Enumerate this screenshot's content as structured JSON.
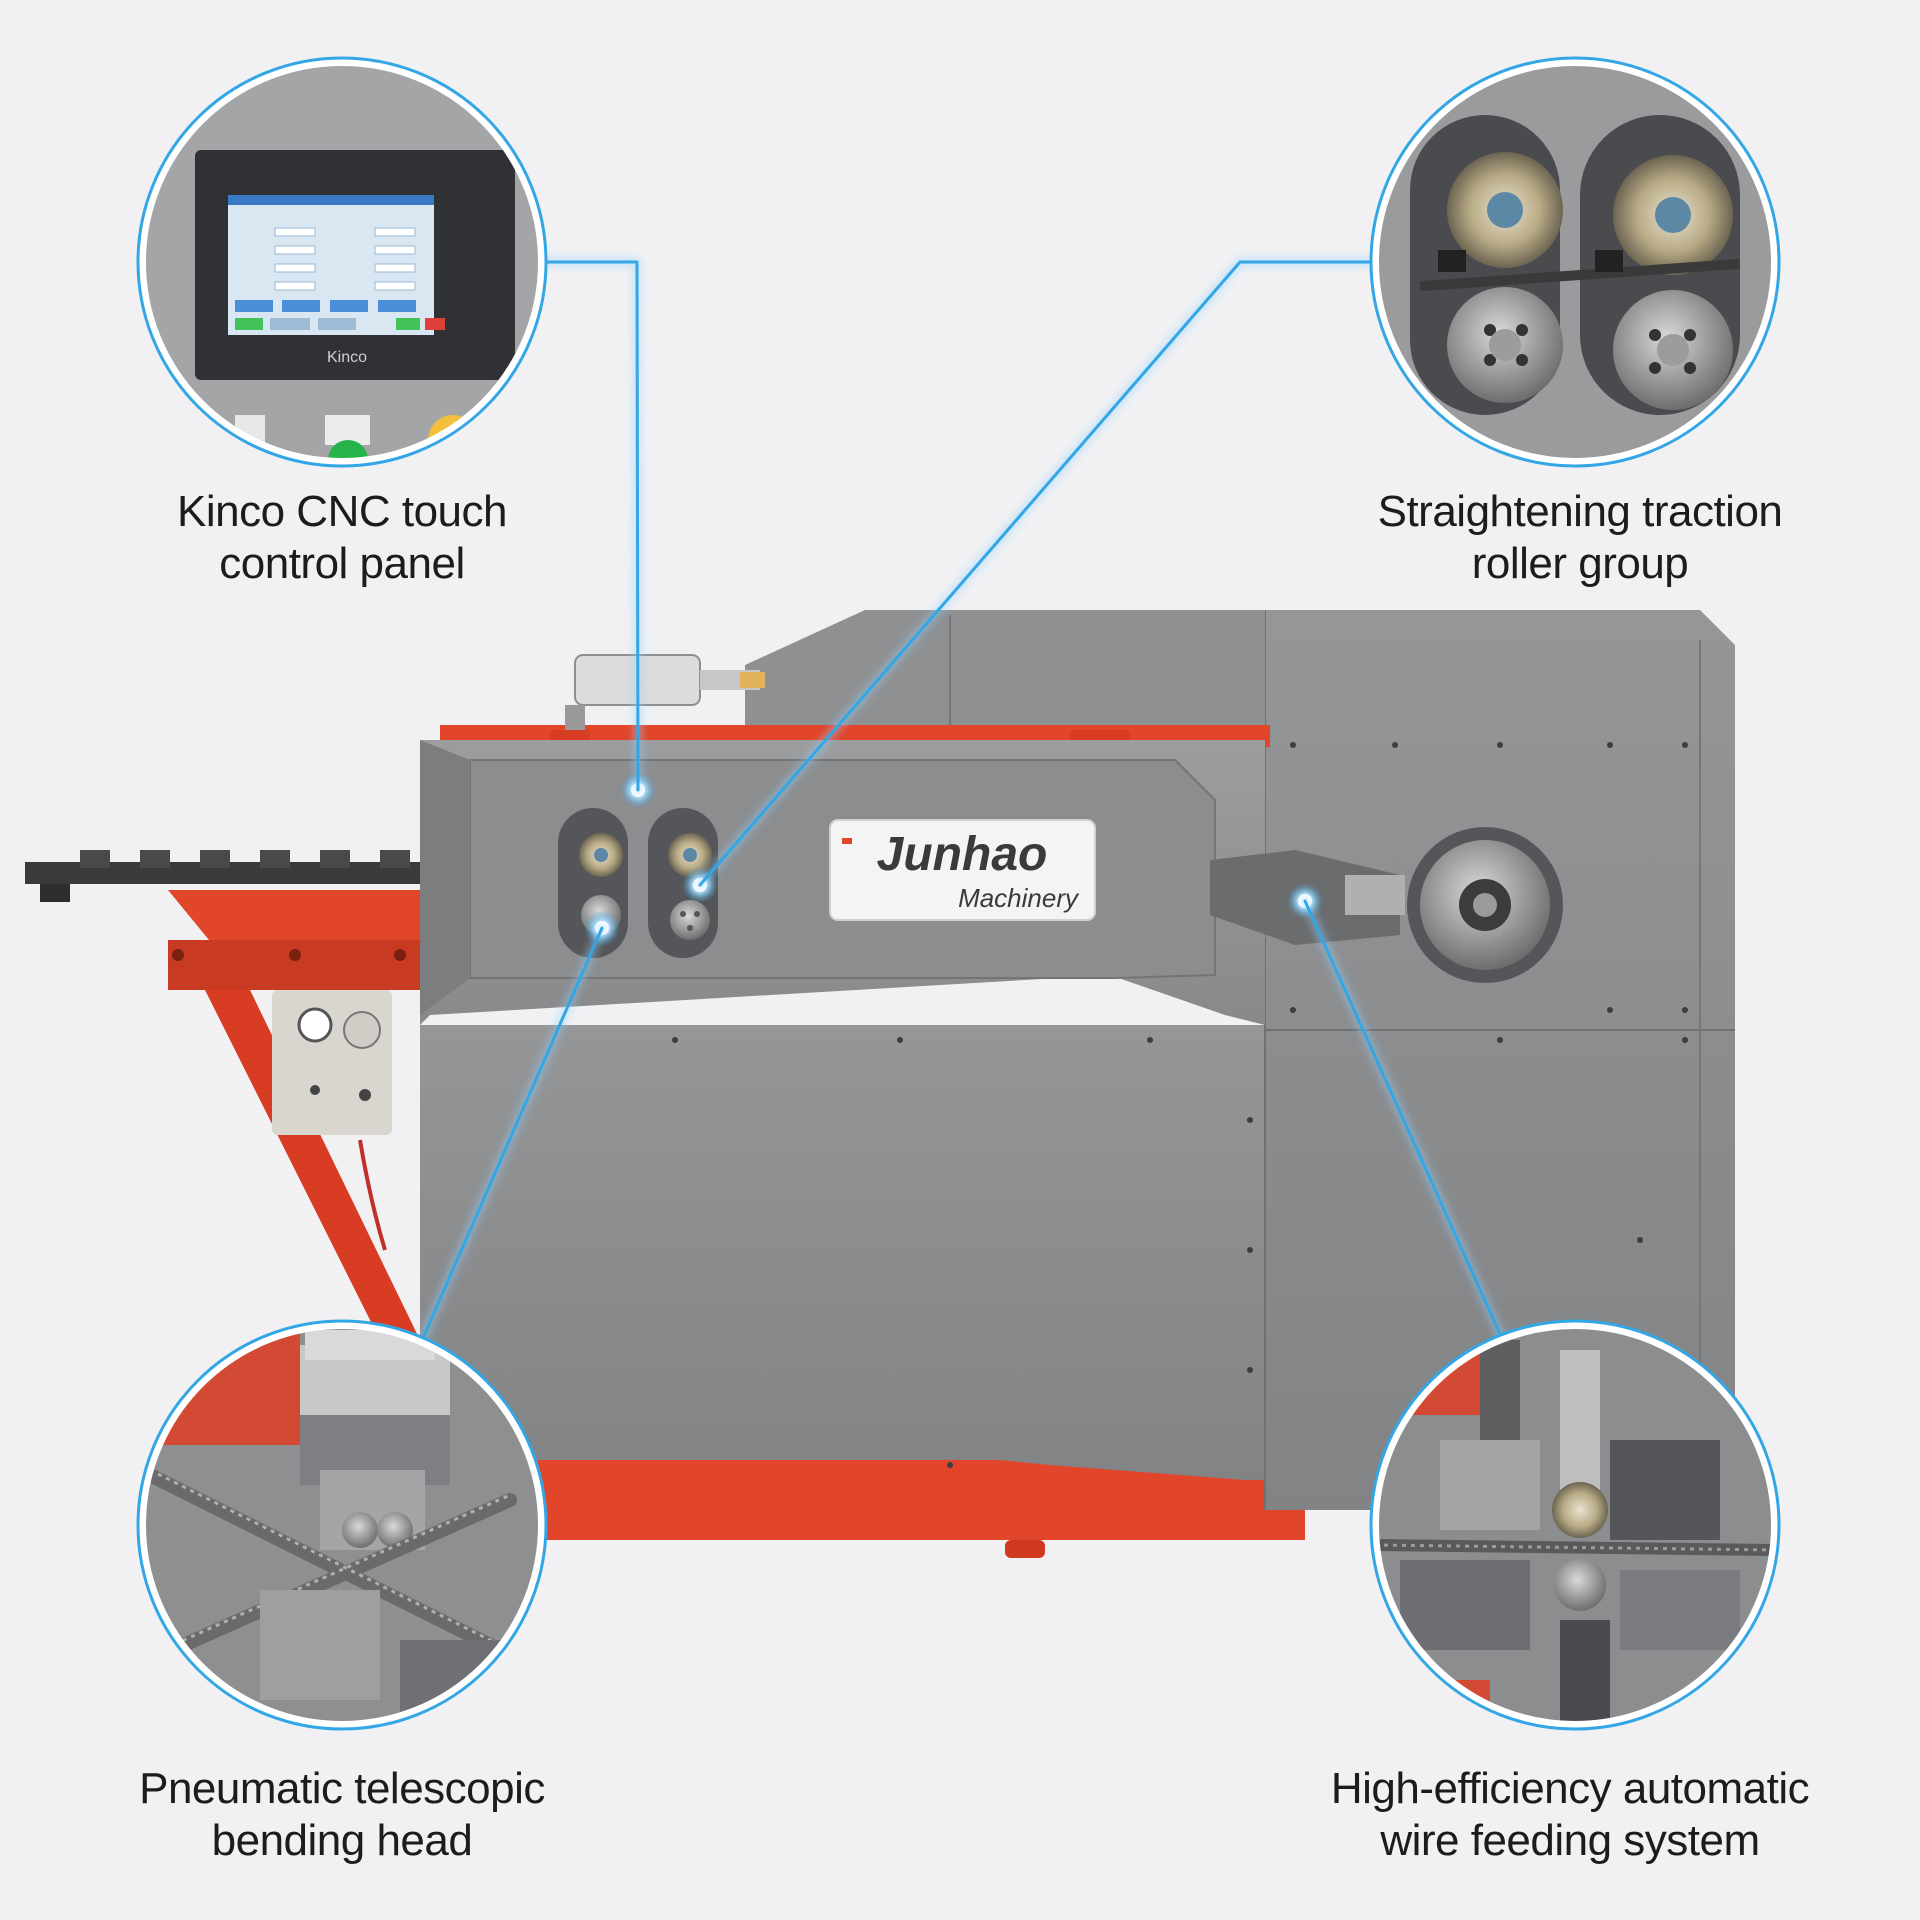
{
  "callouts": {
    "panel": {
      "line1": "Kinco CNC touch",
      "line2": "control panel",
      "screen_brand": "Kinco"
    },
    "rollers": {
      "line1": "Straightening traction",
      "line2": "roller group"
    },
    "bending": {
      "line1": "Pneumatic telescopic",
      "line2": "bending head"
    },
    "feeding": {
      "line1": "High-efficiency automatic",
      "line2": "wire feeding system"
    }
  },
  "machine": {
    "brand": "Junhao",
    "subtitle": "Machinery"
  },
  "colors": {
    "machine_gray": "#8a8b8d",
    "frame_red": "#e1452a",
    "callout_blue": "#33a6e6",
    "background": "#f1f1f3"
  }
}
